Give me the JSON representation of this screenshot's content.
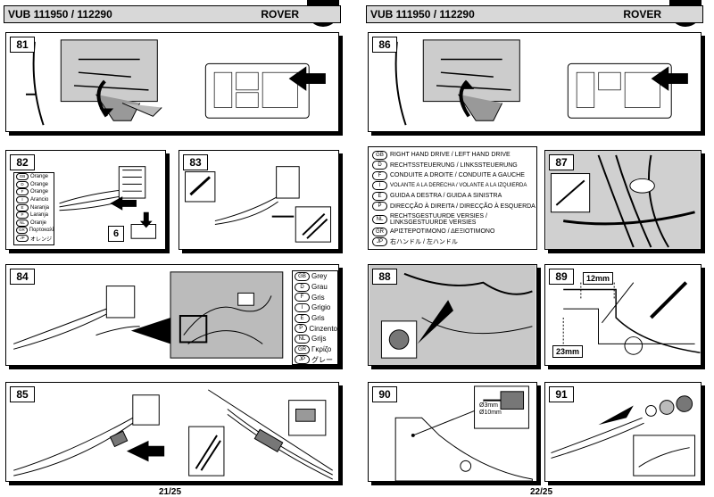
{
  "left": {
    "header": {
      "code": "VUB 111950 / 112290",
      "brand": "ROVER"
    },
    "steps": {
      "s81": "81",
      "s82": "82",
      "s83": "83",
      "s84": "84",
      "s85": "85"
    },
    "step6": "6",
    "legend82": [
      {
        "code": "GB",
        "label": "Orange"
      },
      {
        "code": "D",
        "label": "Orange"
      },
      {
        "code": "F",
        "label": "Orange"
      },
      {
        "code": "I",
        "label": "Arancio"
      },
      {
        "code": "E",
        "label": "Naranja"
      },
      {
        "code": "P",
        "label": "Laranja"
      },
      {
        "code": "NL",
        "label": "Oranje"
      },
      {
        "code": "GR",
        "label": "Πορτοκαλί"
      },
      {
        "code": "JP",
        "label": "オレンジ"
      }
    ],
    "legend84": [
      {
        "code": "GB",
        "label": "Grey"
      },
      {
        "code": "D",
        "label": "Grau"
      },
      {
        "code": "F",
        "label": "Gris"
      },
      {
        "code": "I",
        "label": "Grigio"
      },
      {
        "code": "E",
        "label": "Gris"
      },
      {
        "code": "P",
        "label": "Cinzento"
      },
      {
        "code": "NL",
        "label": "Grijs"
      },
      {
        "code": "GR",
        "label": "Γκρίζο"
      },
      {
        "code": "JP",
        "label": "グレー"
      }
    ],
    "footer": "21/25"
  },
  "right": {
    "header": {
      "code": "VUB 111950 / 112290",
      "brand": "ROVER"
    },
    "steps": {
      "s86": "86",
      "s87": "87",
      "s88": "88",
      "s89": "89",
      "s90": "90",
      "s91": "91"
    },
    "languages": [
      {
        "code": "GB",
        "label": "RIGHT HAND DRIVE / LEFT HAND DRIVE"
      },
      {
        "code": "D",
        "label": "RECHTSSTEUERUNG / LINKSSTEUERUNG"
      },
      {
        "code": "F",
        "label": "CONDUITE A DROITE / CONDUITE A GAUCHE"
      },
      {
        "code": "I",
        "label": "VOLANTE A LA DERECHA / VOLANTE A LA IZQUIERDA"
      },
      {
        "code": "E",
        "label": "GUIDA A DESTRA / GUIDA A SINISTRA"
      },
      {
        "code": "P",
        "label": "DIRECÇÃO À DIREITA / DIRECÇÃO À ESQUERDA"
      },
      {
        "code": "NL",
        "label": "RECHTSGESTUURDE VERSIES / LINKSGESTUURDE VERSIES"
      },
      {
        "code": "GR",
        "label": "ΑΡΙΣΤΕΡΟΤΙΜΟΝΟ / ΔΕΞΙΟΤΙΜΟΝΟ"
      },
      {
        "code": "JP",
        "label": "右ハンドル / 左ハンドル"
      }
    ],
    "dim1": "12mm",
    "dim2": "23mm",
    "drill": [
      "Ø3mm",
      "Ø10mm"
    ],
    "footer": "22/25"
  }
}
